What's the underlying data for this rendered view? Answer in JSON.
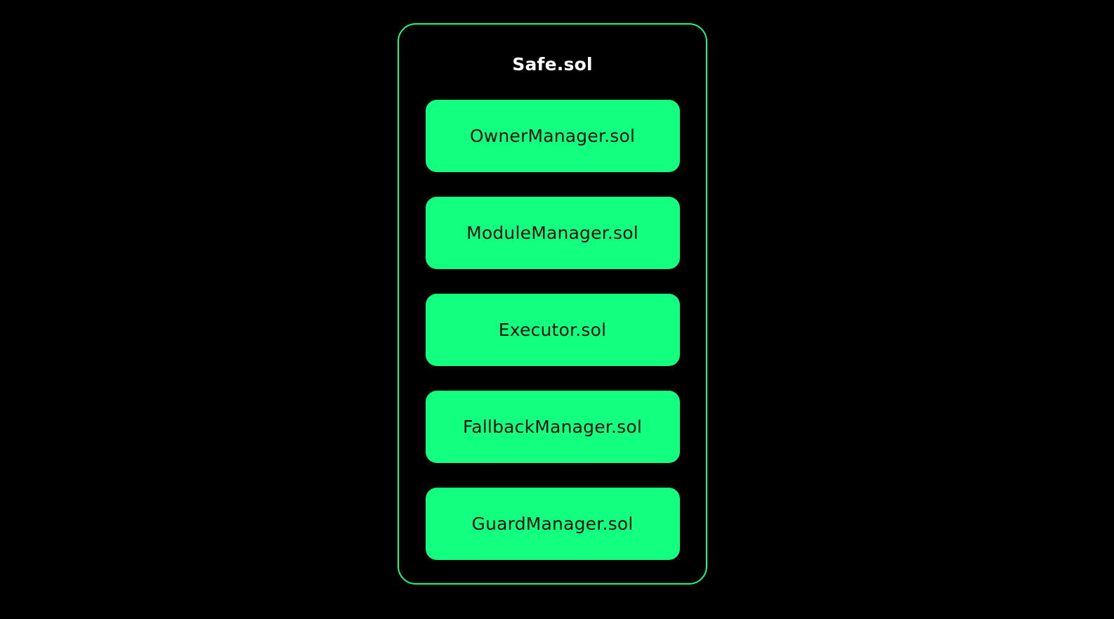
{
  "diagram": {
    "title": "Safe.sol",
    "modules": [
      {
        "label": "OwnerManager.sol"
      },
      {
        "label": "ModuleManager.sol"
      },
      {
        "label": "Executor.sol"
      },
      {
        "label": "FallbackManager.sol"
      },
      {
        "label": "GuardManager.sol"
      }
    ],
    "colors": {
      "background": "#000000",
      "container_border": "#12FF80",
      "module_fill": "#12FF80",
      "module_text": "#101311",
      "title_text": "#FFFFFF"
    }
  }
}
